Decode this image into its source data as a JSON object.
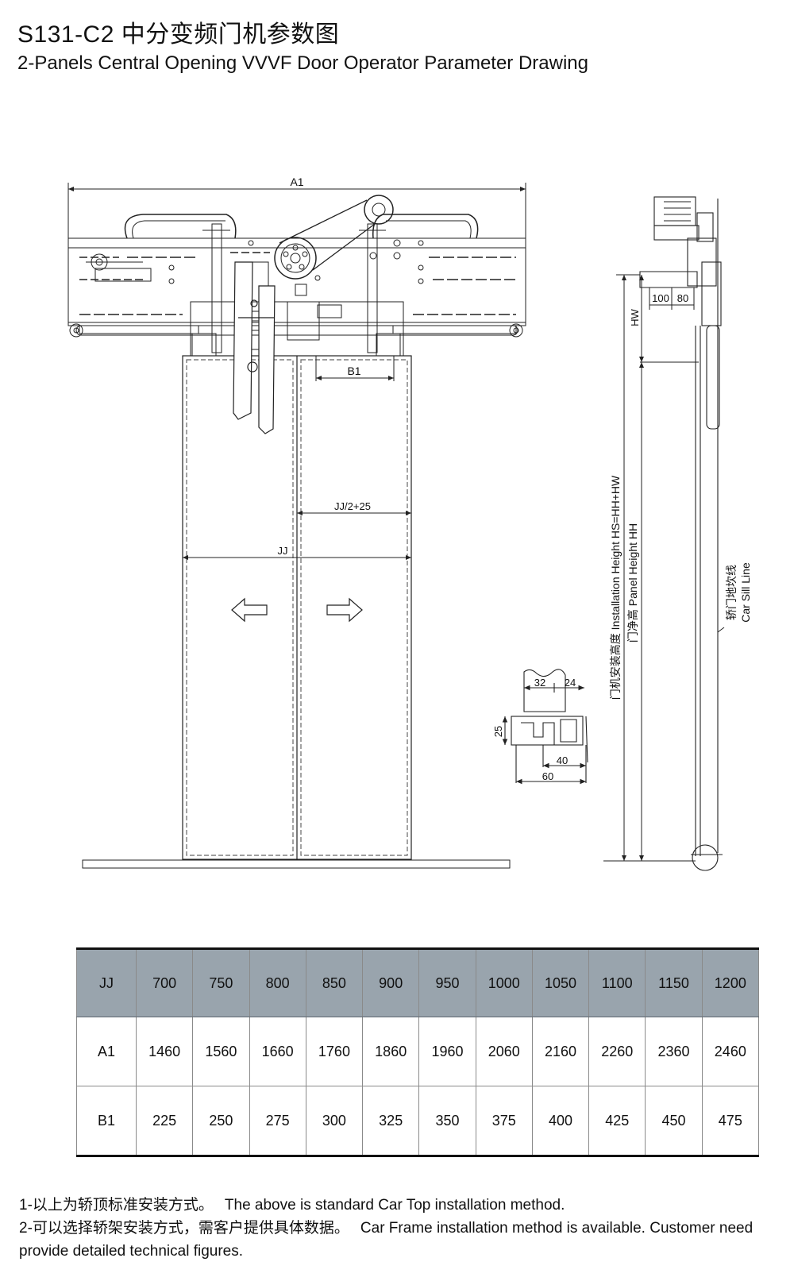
{
  "header": {
    "title_cn": "S131-C2 中分变频门机参数图",
    "title_en": "2-Panels Central Opening VVVF Door Operator Parameter Drawing"
  },
  "drawing": {
    "dim_a1": "A1",
    "dim_b1": "B1",
    "dim_jj_half": "JJ/2+25",
    "dim_jj": "JJ",
    "dim_100": "100",
    "dim_80": "80",
    "dim_hw": "HW",
    "dim_install": "门机安装高度 Installation Height HS=HH+HW",
    "dim_panel": "门净高 Panel Height HH",
    "sill_cn": "轿门地坎线",
    "sill_en": "Car Sill Line",
    "sill_32": "32",
    "sill_24": "24",
    "sill_25": "25",
    "sill_40": "40",
    "sill_60": "60"
  },
  "table": {
    "rows": [
      {
        "label": "JJ",
        "values": [
          "700",
          "750",
          "800",
          "850",
          "900",
          "950",
          "1000",
          "1050",
          "1100",
          "1150",
          "1200"
        ]
      },
      {
        "label": "A1",
        "values": [
          "1460",
          "1560",
          "1660",
          "1760",
          "1860",
          "1960",
          "2060",
          "2160",
          "2260",
          "2360",
          "2460"
        ]
      },
      {
        "label": "B1",
        "values": [
          "225",
          "250",
          "275",
          "300",
          "325",
          "350",
          "375",
          "400",
          "425",
          "450",
          "475"
        ]
      }
    ]
  },
  "notes": {
    "line1_cn": "1-以上为轿顶标准安装方式。",
    "line1_en": "The above is standard Car Top installation method.",
    "line2_cn": "2-可以选择轿架安装方式，需客户提供具体数据。",
    "line2_en": "Car Frame installation method is available. Customer need provide detailed technical figures."
  }
}
